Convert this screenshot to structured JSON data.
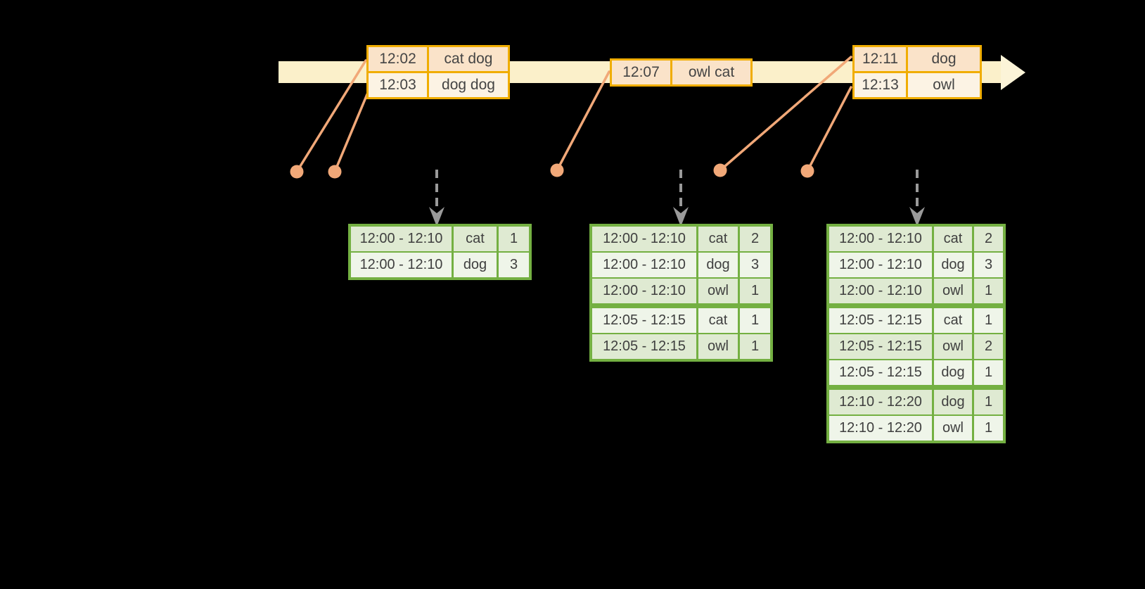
{
  "diagram": {
    "type": "streaming-windowed-aggregation",
    "colors": {
      "background": "#000000",
      "timeline_band": "#fbf0ca",
      "timeline_arrowhead": "#fcf4d8",
      "event_box_border": "#f0ad00",
      "event_row_peach": "#fae3c9",
      "event_row_cream": "#fcf3e4",
      "connector_orange": "#f1a878",
      "trigger_arrow_gray": "#9a9a9a",
      "table_border_green": "#74b042",
      "table_row_dark": "#dfead2",
      "table_row_light": "#eff5e9",
      "text": "#3f3f3f"
    }
  },
  "event_stream": {
    "boxes": [
      {
        "rows": [
          {
            "time": "12:02",
            "words": "cat dog"
          },
          {
            "time": "12:03",
            "words": "dog dog"
          }
        ]
      },
      {
        "rows": [
          {
            "time": "12:07",
            "words": "owl cat"
          }
        ]
      },
      {
        "rows": [
          {
            "time": "12:11",
            "words": "dog"
          },
          {
            "time": "12:13",
            "words": "owl"
          }
        ]
      }
    ]
  },
  "result_tables": [
    {
      "rows": [
        {
          "window": "12:00 - 12:10",
          "word": "cat",
          "count": "1"
        },
        {
          "window": "12:00 - 12:10",
          "word": "dog",
          "count": "3"
        }
      ]
    },
    {
      "rows": [
        {
          "window": "12:00 - 12:10",
          "word": "cat",
          "count": "2"
        },
        {
          "window": "12:00 - 12:10",
          "word": "dog",
          "count": "3"
        },
        {
          "window": "12:00 - 12:10",
          "word": "owl",
          "count": "1"
        },
        {
          "window": "12:05 - 12:15",
          "word": "cat",
          "count": "1"
        },
        {
          "window": "12:05 - 12:15",
          "word": "owl",
          "count": "1"
        }
      ]
    },
    {
      "rows": [
        {
          "window": "12:00 - 12:10",
          "word": "cat",
          "count": "2"
        },
        {
          "window": "12:00 - 12:10",
          "word": "dog",
          "count": "3"
        },
        {
          "window": "12:00 - 12:10",
          "word": "owl",
          "count": "1"
        },
        {
          "window": "12:05 - 12:15",
          "word": "cat",
          "count": "1"
        },
        {
          "window": "12:05 - 12:15",
          "word": "owl",
          "count": "2"
        },
        {
          "window": "12:05 - 12:15",
          "word": "dog",
          "count": "1"
        },
        {
          "window": "12:10 - 12:20",
          "word": "dog",
          "count": "1"
        },
        {
          "window": "12:10 - 12:20",
          "word": "owl",
          "count": "1"
        }
      ]
    }
  ]
}
